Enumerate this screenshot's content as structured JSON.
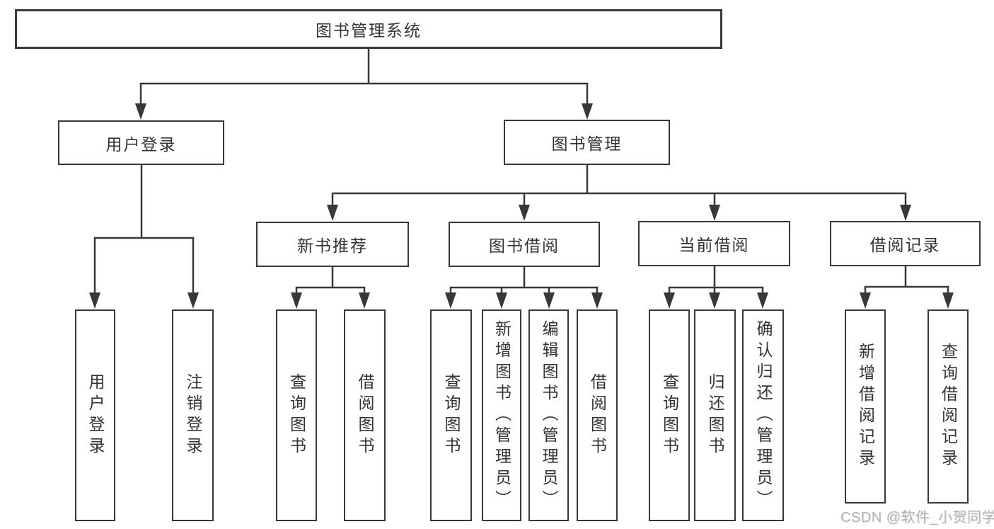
{
  "diagram": {
    "root": "图书管理系统",
    "branches": [
      {
        "label": "用户登录",
        "children": [
          "用户登录",
          "注销登录"
        ]
      },
      {
        "label": "图书管理",
        "groups": [
          {
            "label": "新书推荐",
            "children": [
              "查询图书",
              "借阅图书"
            ]
          },
          {
            "label": "图书借阅",
            "children": [
              "查询图书",
              "新增图书（管理员）",
              "编辑图书（管理员）",
              "借阅图书"
            ]
          },
          {
            "label": "当前借阅",
            "children": [
              "查询图书",
              "归还图书",
              "确认归还（管理员）"
            ]
          },
          {
            "label": "借阅记录",
            "children": [
              "新增借阅记录",
              "查询借阅记录"
            ]
          }
        ]
      }
    ]
  },
  "watermark": "CSDN @软件_小贺同学",
  "colors": {
    "line": "#383838",
    "text": "#333333",
    "watermark": "#b3b3b3",
    "background": "#ffffff"
  }
}
